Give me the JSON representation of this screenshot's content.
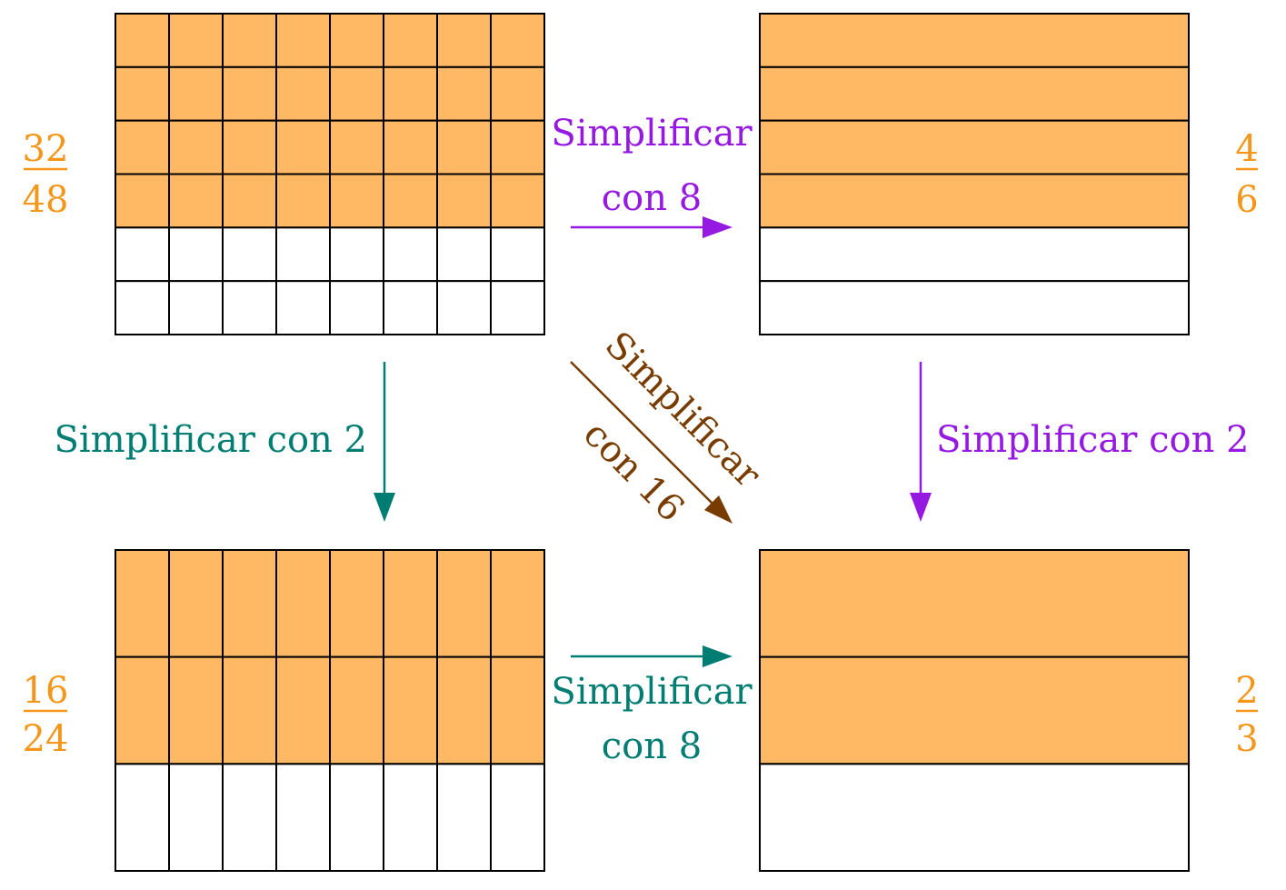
{
  "colors": {
    "shaded": "#FFB964",
    "unshaded": "#FFFFFF",
    "grid_line": "#000000",
    "fraction_text": "#F39619",
    "teal": "#007D73",
    "purple": "#9619E1",
    "brown": "#783C00"
  },
  "fractions": [
    {
      "id": "tl",
      "numerator": "32",
      "denominator": "48",
      "columns": 8,
      "rows": 6,
      "shaded_rows": 4
    },
    {
      "id": "tr",
      "numerator": "4",
      "denominator": "6",
      "columns": 1,
      "rows": 6,
      "shaded_rows": 4
    },
    {
      "id": "bl",
      "numerator": "16",
      "denominator": "24",
      "columns": 8,
      "rows": 3,
      "shaded_rows": 2
    },
    {
      "id": "br",
      "numerator": "2",
      "denominator": "3",
      "columns": 1,
      "rows": 3,
      "shaded_rows": 2
    }
  ],
  "arrows": [
    {
      "id": "tl-to-tr",
      "lines": [
        "Simplificar",
        "con 8"
      ],
      "color": "purple"
    },
    {
      "id": "tl-to-bl",
      "lines": [
        "Simplificar con 2"
      ],
      "color": "teal"
    },
    {
      "id": "tr-to-br",
      "lines": [
        "Simplificar con 2"
      ],
      "color": "purple"
    },
    {
      "id": "bl-to-br",
      "lines": [
        "Simplificar",
        "con 8"
      ],
      "color": "teal"
    },
    {
      "id": "tl-to-br",
      "lines": [
        "Simplificar",
        "con 16"
      ],
      "color": "brown"
    }
  ]
}
